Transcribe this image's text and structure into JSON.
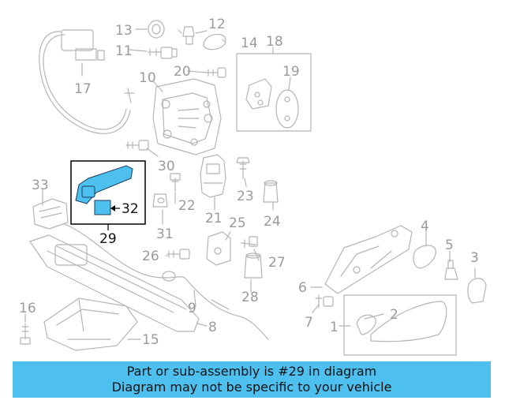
{
  "diagram": {
    "highlight_color": "#4ec0ef",
    "callouts": {
      "c1": "1",
      "c2": "2",
      "c3": "3",
      "c4": "4",
      "c5": "5",
      "c6": "6",
      "c7": "7",
      "c8": "8",
      "c9": "9",
      "c10": "10",
      "c11": "11",
      "c12": "12",
      "c13": "13",
      "c14": "14",
      "c15": "15",
      "c16": "16",
      "c17": "17",
      "c18": "18",
      "c19": "19",
      "c20": "20",
      "c21": "21",
      "c22": "22",
      "c23": "23",
      "c24": "24",
      "c25": "25",
      "c26": "26",
      "c27": "27",
      "c28": "28",
      "c29": "29",
      "c30": "30",
      "c31": "31",
      "c32": "32",
      "c33": "33"
    }
  },
  "banner": {
    "line1": "Part or sub-assembly is #29 in diagram",
    "line2": "Diagram may not be specific to your vehicle"
  }
}
